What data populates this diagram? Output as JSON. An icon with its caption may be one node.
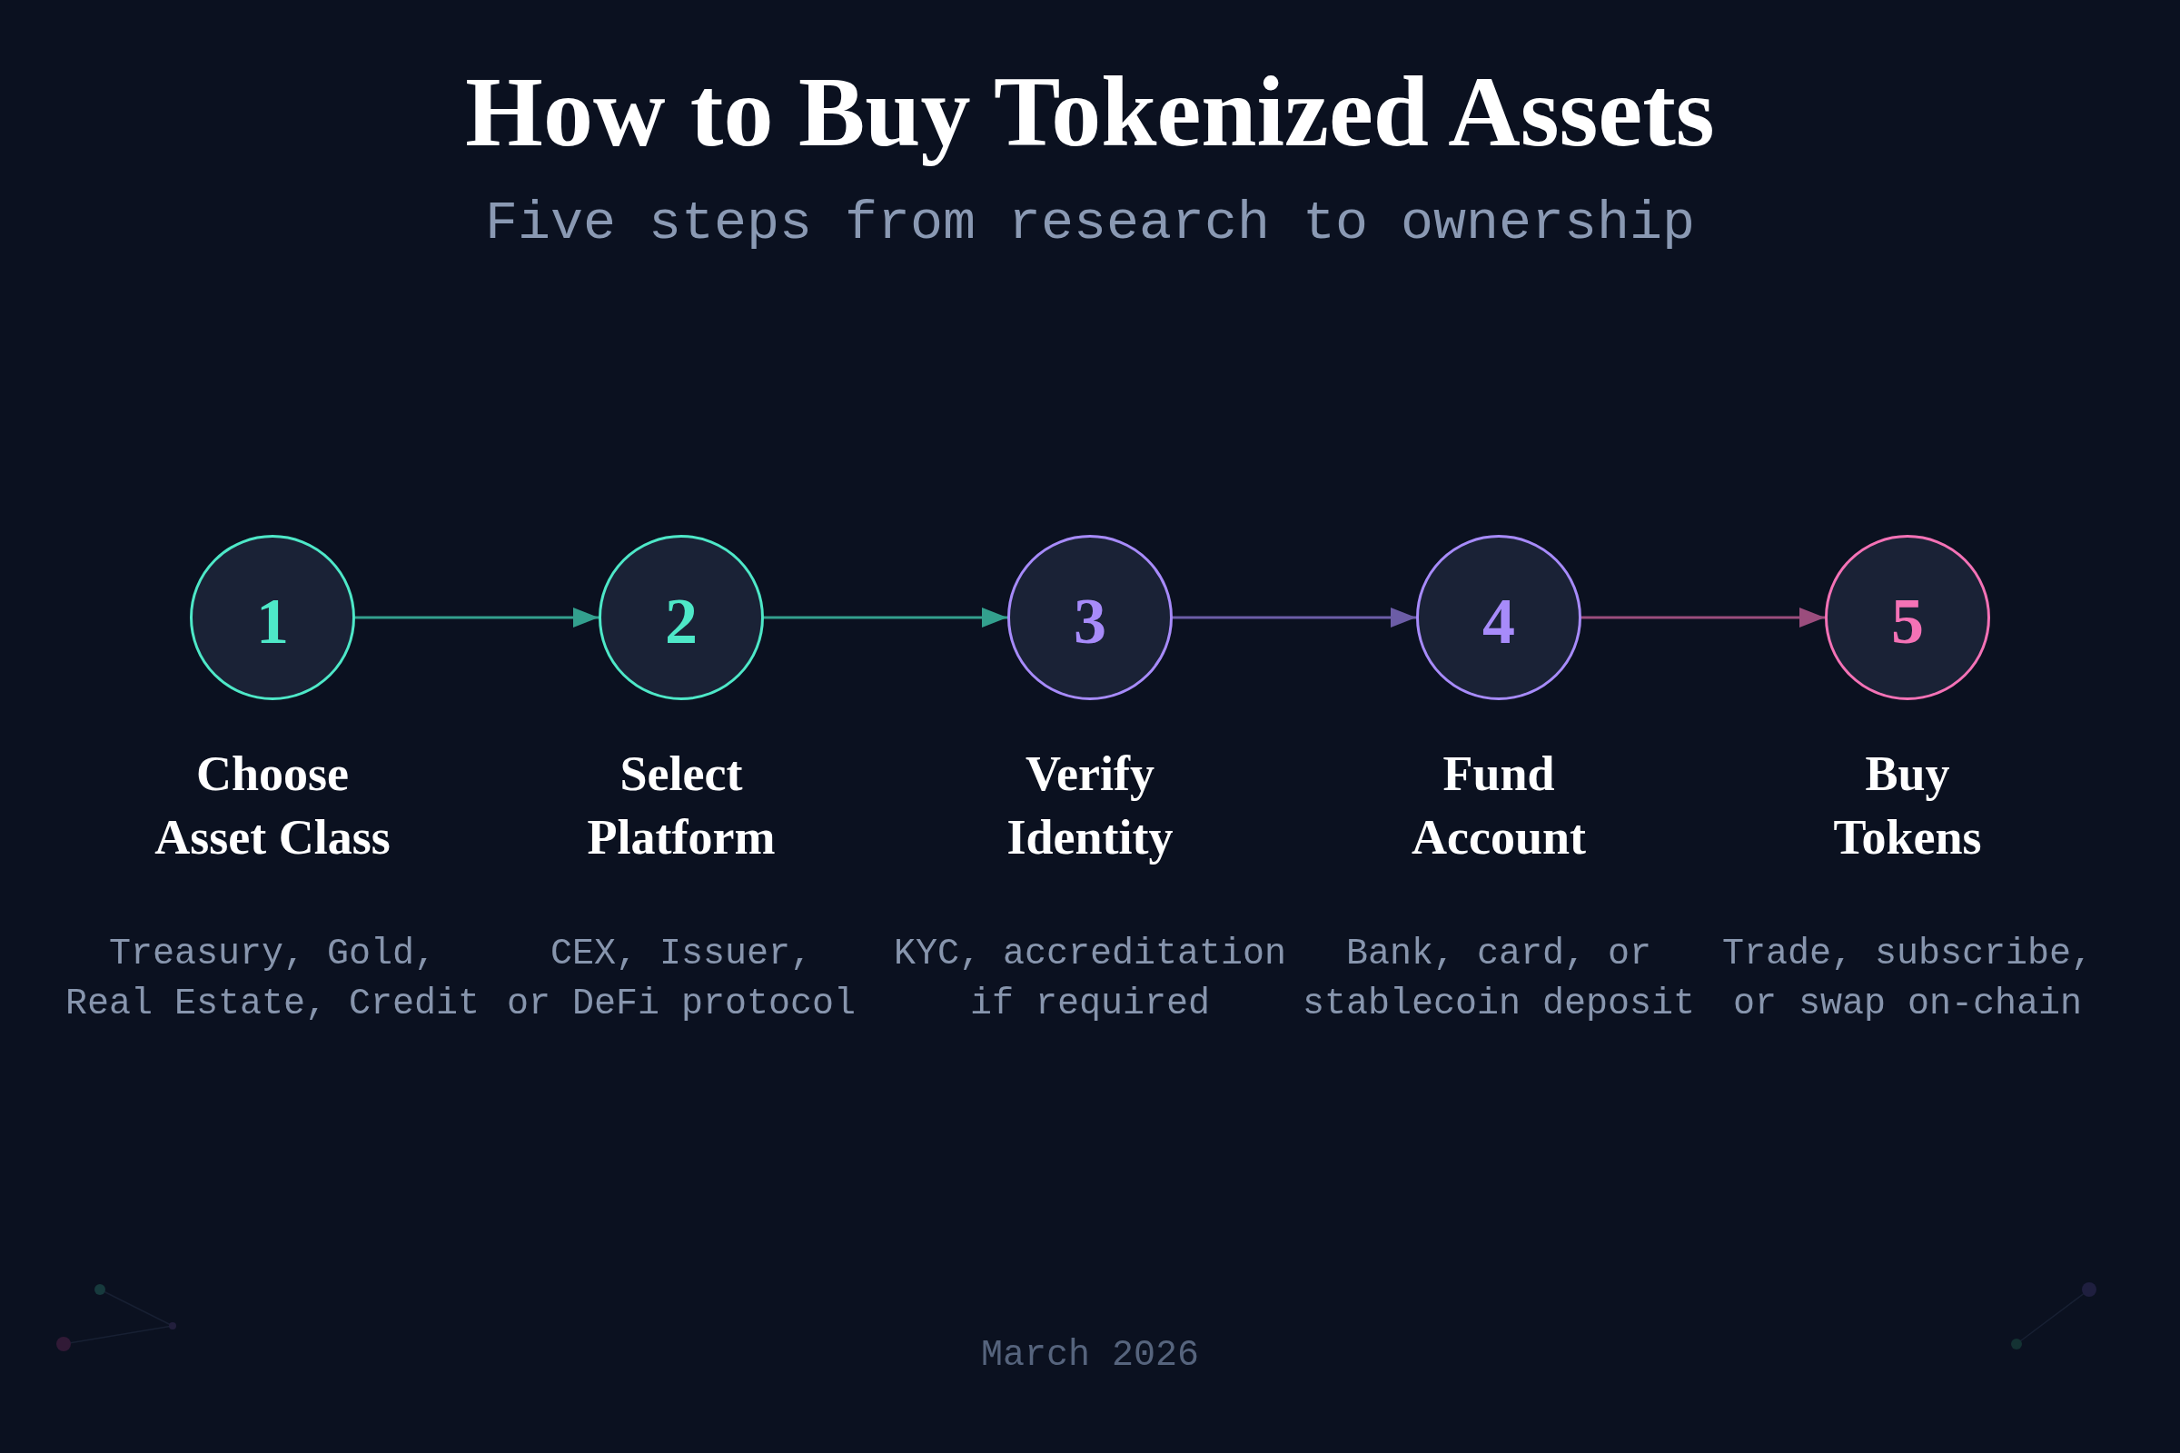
{
  "diagram": {
    "title": "How to Buy Tokenized Assets",
    "nodes": [
      {
        "text": [
          "1"
        ],
        "beside": [
          "Choose Asset Class",
          "Treasury, Gold, Real Estate, Credit"
        ]
      },
      {
        "text": [
          "2"
        ],
        "beside": [
          "Select Platform",
          "CEX, Issuer, or DeFi protocol"
        ]
      },
      {
        "text": [
          "3"
        ],
        "beside": [
          "Verify Identity",
          "KYC, accreditation if required"
        ]
      },
      {
        "text": [
          "4"
        ],
        "beside": [
          "Fund Account",
          "Bank, card, or stablecoin deposit"
        ]
      },
      {
        "text": [
          "5"
        ],
        "beside": [
          "Buy Tokens",
          "Trade, subscribe, or swap on-chain"
        ]
      }
    ],
    "edges": [
      {
        "from": 0,
        "to": 1,
        "arrow": "to"
      },
      {
        "from": 1,
        "to": 2,
        "arrow": "to"
      },
      {
        "from": 2,
        "to": 3,
        "arrow": "to",
        "color": "#6c5da7"
      },
      {
        "from": 3,
        "to": 4,
        "arrow": "to",
        "color": "#9b4d7d"
      }
    ],
    "labels": [
      "Five steps from research to ownership",
      "March 2026"
    ]
  }
}
